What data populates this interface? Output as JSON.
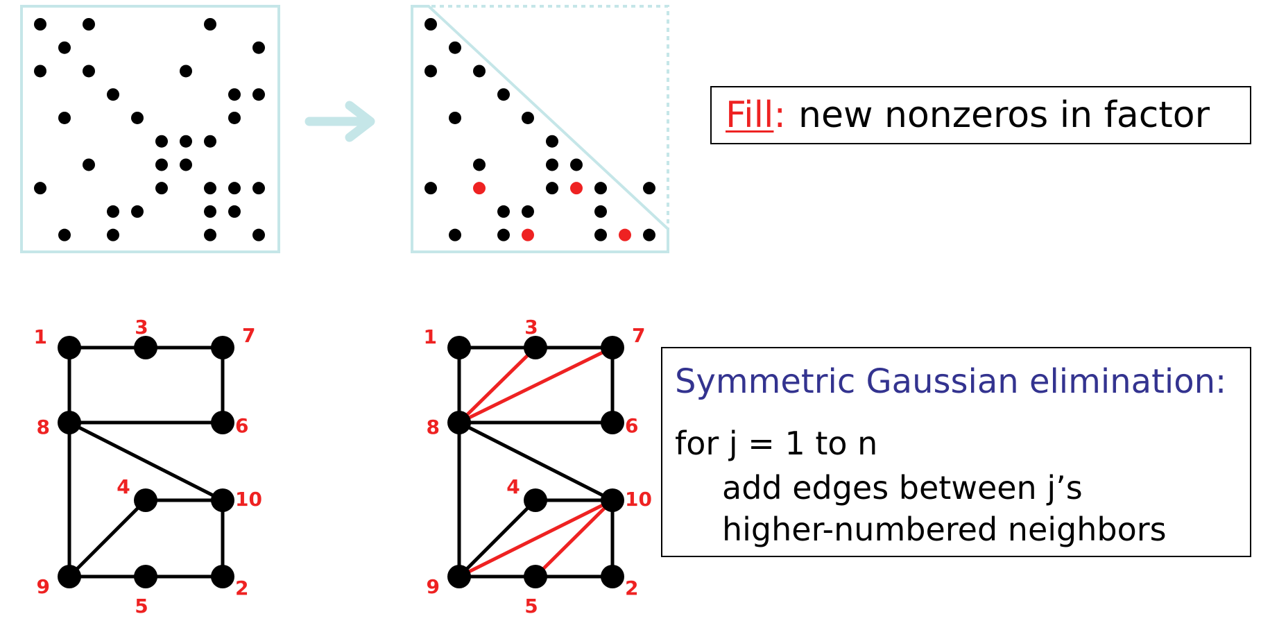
{
  "colors": {
    "frame": "#c5e6e8",
    "arrow": "#c5e6e8",
    "dot": "#000000",
    "fill": "#ee2222",
    "edge": "#000000",
    "fill_edge": "#ee2222",
    "node_label": "#ee2222",
    "title_blue": "#33338f"
  },
  "matrix_before": {
    "grid_size": 10,
    "nonzeros": [
      [
        1,
        1
      ],
      [
        1,
        3
      ],
      [
        1,
        8
      ],
      [
        2,
        2
      ],
      [
        2,
        10
      ],
      [
        3,
        1
      ],
      [
        3,
        3
      ],
      [
        3,
        7
      ],
      [
        4,
        4
      ],
      [
        4,
        9
      ],
      [
        4,
        10
      ],
      [
        5,
        2
      ],
      [
        5,
        5
      ],
      [
        5,
        9
      ],
      [
        6,
        6
      ],
      [
        6,
        7
      ],
      [
        6,
        8
      ],
      [
        7,
        3
      ],
      [
        7,
        6
      ],
      [
        7,
        7
      ],
      [
        8,
        1
      ],
      [
        8,
        6
      ],
      [
        8,
        8
      ],
      [
        8,
        9
      ],
      [
        8,
        10
      ],
      [
        9,
        4
      ],
      [
        9,
        5
      ],
      [
        9,
        8
      ],
      [
        9,
        9
      ],
      [
        10,
        2
      ],
      [
        10,
        4
      ],
      [
        10,
        8
      ],
      [
        10,
        10
      ]
    ]
  },
  "matrix_after": {
    "grid_size": 10,
    "nonzeros": [
      [
        1,
        1
      ],
      [
        2,
        2
      ],
      [
        3,
        1
      ],
      [
        3,
        3
      ],
      [
        4,
        4
      ],
      [
        5,
        2
      ],
      [
        5,
        5
      ],
      [
        6,
        6
      ],
      [
        7,
        3
      ],
      [
        7,
        6
      ],
      [
        7,
        7
      ],
      [
        8,
        1
      ],
      [
        8,
        6
      ],
      [
        8,
        8
      ],
      [
        8,
        10
      ],
      [
        9,
        4
      ],
      [
        9,
        5
      ],
      [
        9,
        8
      ],
      [
        10,
        2
      ],
      [
        10,
        4
      ],
      [
        10,
        8
      ],
      [
        10,
        10
      ]
    ],
    "fill_entries": [
      [
        8,
        3
      ],
      [
        8,
        7
      ],
      [
        10,
        5
      ],
      [
        10,
        9
      ]
    ]
  },
  "fill_box": {
    "word": "Fill",
    "colon": ":",
    "description": "new nonzeros in factor"
  },
  "algorithm_box": {
    "title": "Symmetric Gaussian elimination:",
    "line1": "for j = 1 to n",
    "line2": "add edges between j’s",
    "line3": "higher-numbered neighbors"
  },
  "graph": {
    "nodes": [
      {
        "id": "1",
        "label": "1"
      },
      {
        "id": "3",
        "label": "3"
      },
      {
        "id": "7",
        "label": "7"
      },
      {
        "id": "8",
        "label": "8"
      },
      {
        "id": "6",
        "label": "6"
      },
      {
        "id": "4",
        "label": "4"
      },
      {
        "id": "10",
        "label": "10"
      },
      {
        "id": "9",
        "label": "9"
      },
      {
        "id": "5",
        "label": "5"
      },
      {
        "id": "2",
        "label": "2"
      }
    ],
    "edges": [
      [
        "1",
        "3"
      ],
      [
        "3",
        "7"
      ],
      [
        "1",
        "8"
      ],
      [
        "7",
        "6"
      ],
      [
        "8",
        "6"
      ],
      [
        "8",
        "10"
      ],
      [
        "8",
        "9"
      ],
      [
        "4",
        "10"
      ],
      [
        "4",
        "9"
      ],
      [
        "10",
        "2"
      ],
      [
        "9",
        "5"
      ],
      [
        "5",
        "2"
      ]
    ],
    "fill_edges": [
      [
        "8",
        "3"
      ],
      [
        "8",
        "7"
      ],
      [
        "9",
        "10"
      ],
      [
        "5",
        "10"
      ]
    ]
  }
}
